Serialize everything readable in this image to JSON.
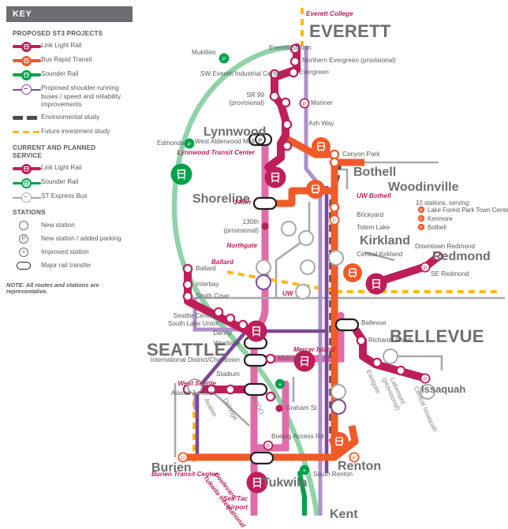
{
  "legend": {
    "title": "KEY",
    "sections": [
      {
        "heading": "PROPOSED ST3 PROJECTS",
        "items": [
          {
            "label": "Link Light Rail",
            "style": "bar-dot",
            "color": "#be1e5a",
            "icon": "light-rail-icon"
          },
          {
            "label": "Bus Rapid Transit",
            "style": "bar-dot",
            "color": "#f15a29",
            "icon": "bus-icon"
          },
          {
            "label": "Sounder Rail",
            "style": "bar-dot",
            "color": "#00a14b",
            "icon": "train-icon"
          },
          {
            "label": "Proposed shoulder-running buses / speed and reliability improvements",
            "style": "bar-dot-thin",
            "color": "#7d489b",
            "icon": "bus-icon"
          },
          {
            "label": "Environmental study",
            "style": "dash-thick",
            "color": "#4d4d4f",
            "icon": "dash-icon"
          },
          {
            "label": "Future investment study",
            "style": "dash-thin",
            "color": "#fdb913",
            "icon": "dash-icon"
          }
        ]
      },
      {
        "heading": "CURRENT AND PLANNED SERVICE",
        "items": [
          {
            "label": "Link Light Rail",
            "style": "bar-dot",
            "color": "#be1e5a",
            "icon": "light-rail-icon"
          },
          {
            "label": "Sounder Rail",
            "style": "bar-dot-open",
            "color": "#00a14b",
            "icon": "train-icon"
          },
          {
            "label": "ST Express Bus",
            "style": "bar-dot-thin",
            "color": "#a7a9ac",
            "icon": "bus-icon"
          }
        ]
      },
      {
        "heading": "STATIONS",
        "items": [
          {
            "label": "New station",
            "style": "circle",
            "glyph": "",
            "icon": "station-circle-icon"
          },
          {
            "label": "New station / added parking",
            "style": "circle",
            "glyph": "P",
            "icon": "station-parking-icon"
          },
          {
            "label": "Improved station",
            "style": "circle",
            "glyph": "+",
            "icon": "station-improved-icon"
          },
          {
            "label": "Major rail transfer",
            "style": "oval",
            "glyph": "",
            "icon": "station-transfer-icon"
          }
        ]
      }
    ],
    "note": "NOTE: All routes and stations are representative."
  },
  "cities": [
    {
      "name": "EVERETT",
      "size": "xl"
    },
    {
      "name": "Lynnwood",
      "size": "lg"
    },
    {
      "name": "Shoreline",
      "size": "lg"
    },
    {
      "name": "Bothell",
      "size": "lg"
    },
    {
      "name": "Woodinville",
      "size": "lg"
    },
    {
      "name": "Kirkland",
      "size": "lg"
    },
    {
      "name": "Redmond",
      "size": "lg"
    },
    {
      "name": "SEATTLE",
      "size": "xl"
    },
    {
      "name": "BELLEVUE",
      "size": "xl"
    },
    {
      "name": "Issaquah",
      "size": "md"
    },
    {
      "name": "Burien",
      "size": "lg"
    },
    {
      "name": "Tukwila",
      "size": "lg"
    },
    {
      "name": "Renton",
      "size": "lg"
    },
    {
      "name": "Kent",
      "size": "lg"
    }
  ],
  "stations": {
    "everett_college": "Everett College",
    "everett_station": "Everett Station",
    "northern_evergreen": "Northern Evergreen (provisional)",
    "evergreen": "Evergreen",
    "mukilteo": "Mukilteo",
    "sw_everett": "SW Everett Industrial Center",
    "sr99": "SR 99",
    "sr99_prov": "(provisional)",
    "mariner": "Mariner",
    "ash_way": "Ash Way",
    "edmonds": "Edmonds",
    "west_alderwood": "West Alderwood Mall",
    "lynnwood_tc": "Lynnwood Transit Center",
    "canyon_park": "Canyon Park",
    "uw_bothell": "UW Bothell",
    "brickyard": "Brickyard",
    "totem_lake": "Totem Lake",
    "central_kirkland": "Central Kirkland",
    "downtown_redmond": "Downtown Redmond",
    "se_redmond": "SE Redmond",
    "n145th": "145th",
    "n130th": "130th",
    "n130th_prov": "(provisional)",
    "northgate": "Northgate",
    "ballard_ital": "Ballard",
    "ballard": "Ballard",
    "interbay": "Interbay",
    "smith_cove": "Smith Cove",
    "uw": "UW",
    "seattle_center": "Seattle Center",
    "south_lake_union": "South Lake Union",
    "denny": "Denny",
    "westlake": "Westlake",
    "midtown": "Midtown",
    "idc": "International District/Chinatown",
    "stadium": "Stadium",
    "west_seattle": "West Seattle",
    "alaska_junction": "Alaska Junction",
    "avalon": "Avalon",
    "delridge": "Delridge",
    "sodo": "SODO",
    "graham_st": "Graham St",
    "boeing_access": "Boeing Access Rd",
    "mercer_island": "Mercer Island",
    "bellevue": "Bellevue",
    "richards_road": "Richards Road",
    "eastgate": "Eastgate",
    "lakemont": "Lakemont",
    "lakemont_prov": "(provisional)",
    "central_issaquah": "Central Issaquah",
    "burien_tc": "Burien Transit Center",
    "tukwila_intl": "Tukwila International",
    "tukwila_blvd": "Boulevard",
    "seatac": "Sea-Tac",
    "seatac2": "Airport",
    "south_renton": "South Renton"
  },
  "serving_note": {
    "title": "10 stations, serving:",
    "items": [
      "Lake Forest Park Town Center",
      "Kenmore",
      "Bothell"
    ]
  },
  "colors": {
    "link": "#be1e5a",
    "brt": "#f15a29",
    "sounder": "#00a14b",
    "shoulder": "#7d489b",
    "env_study": "#4d4d4f",
    "future_study": "#fdb913",
    "express": "#a7a9ac",
    "link_existing": "#e06ca8",
    "sounder_existing": "#8fd3a8",
    "shoulder_light": "#b08fc9",
    "text": "#58595b",
    "city": "#6d6e71"
  }
}
